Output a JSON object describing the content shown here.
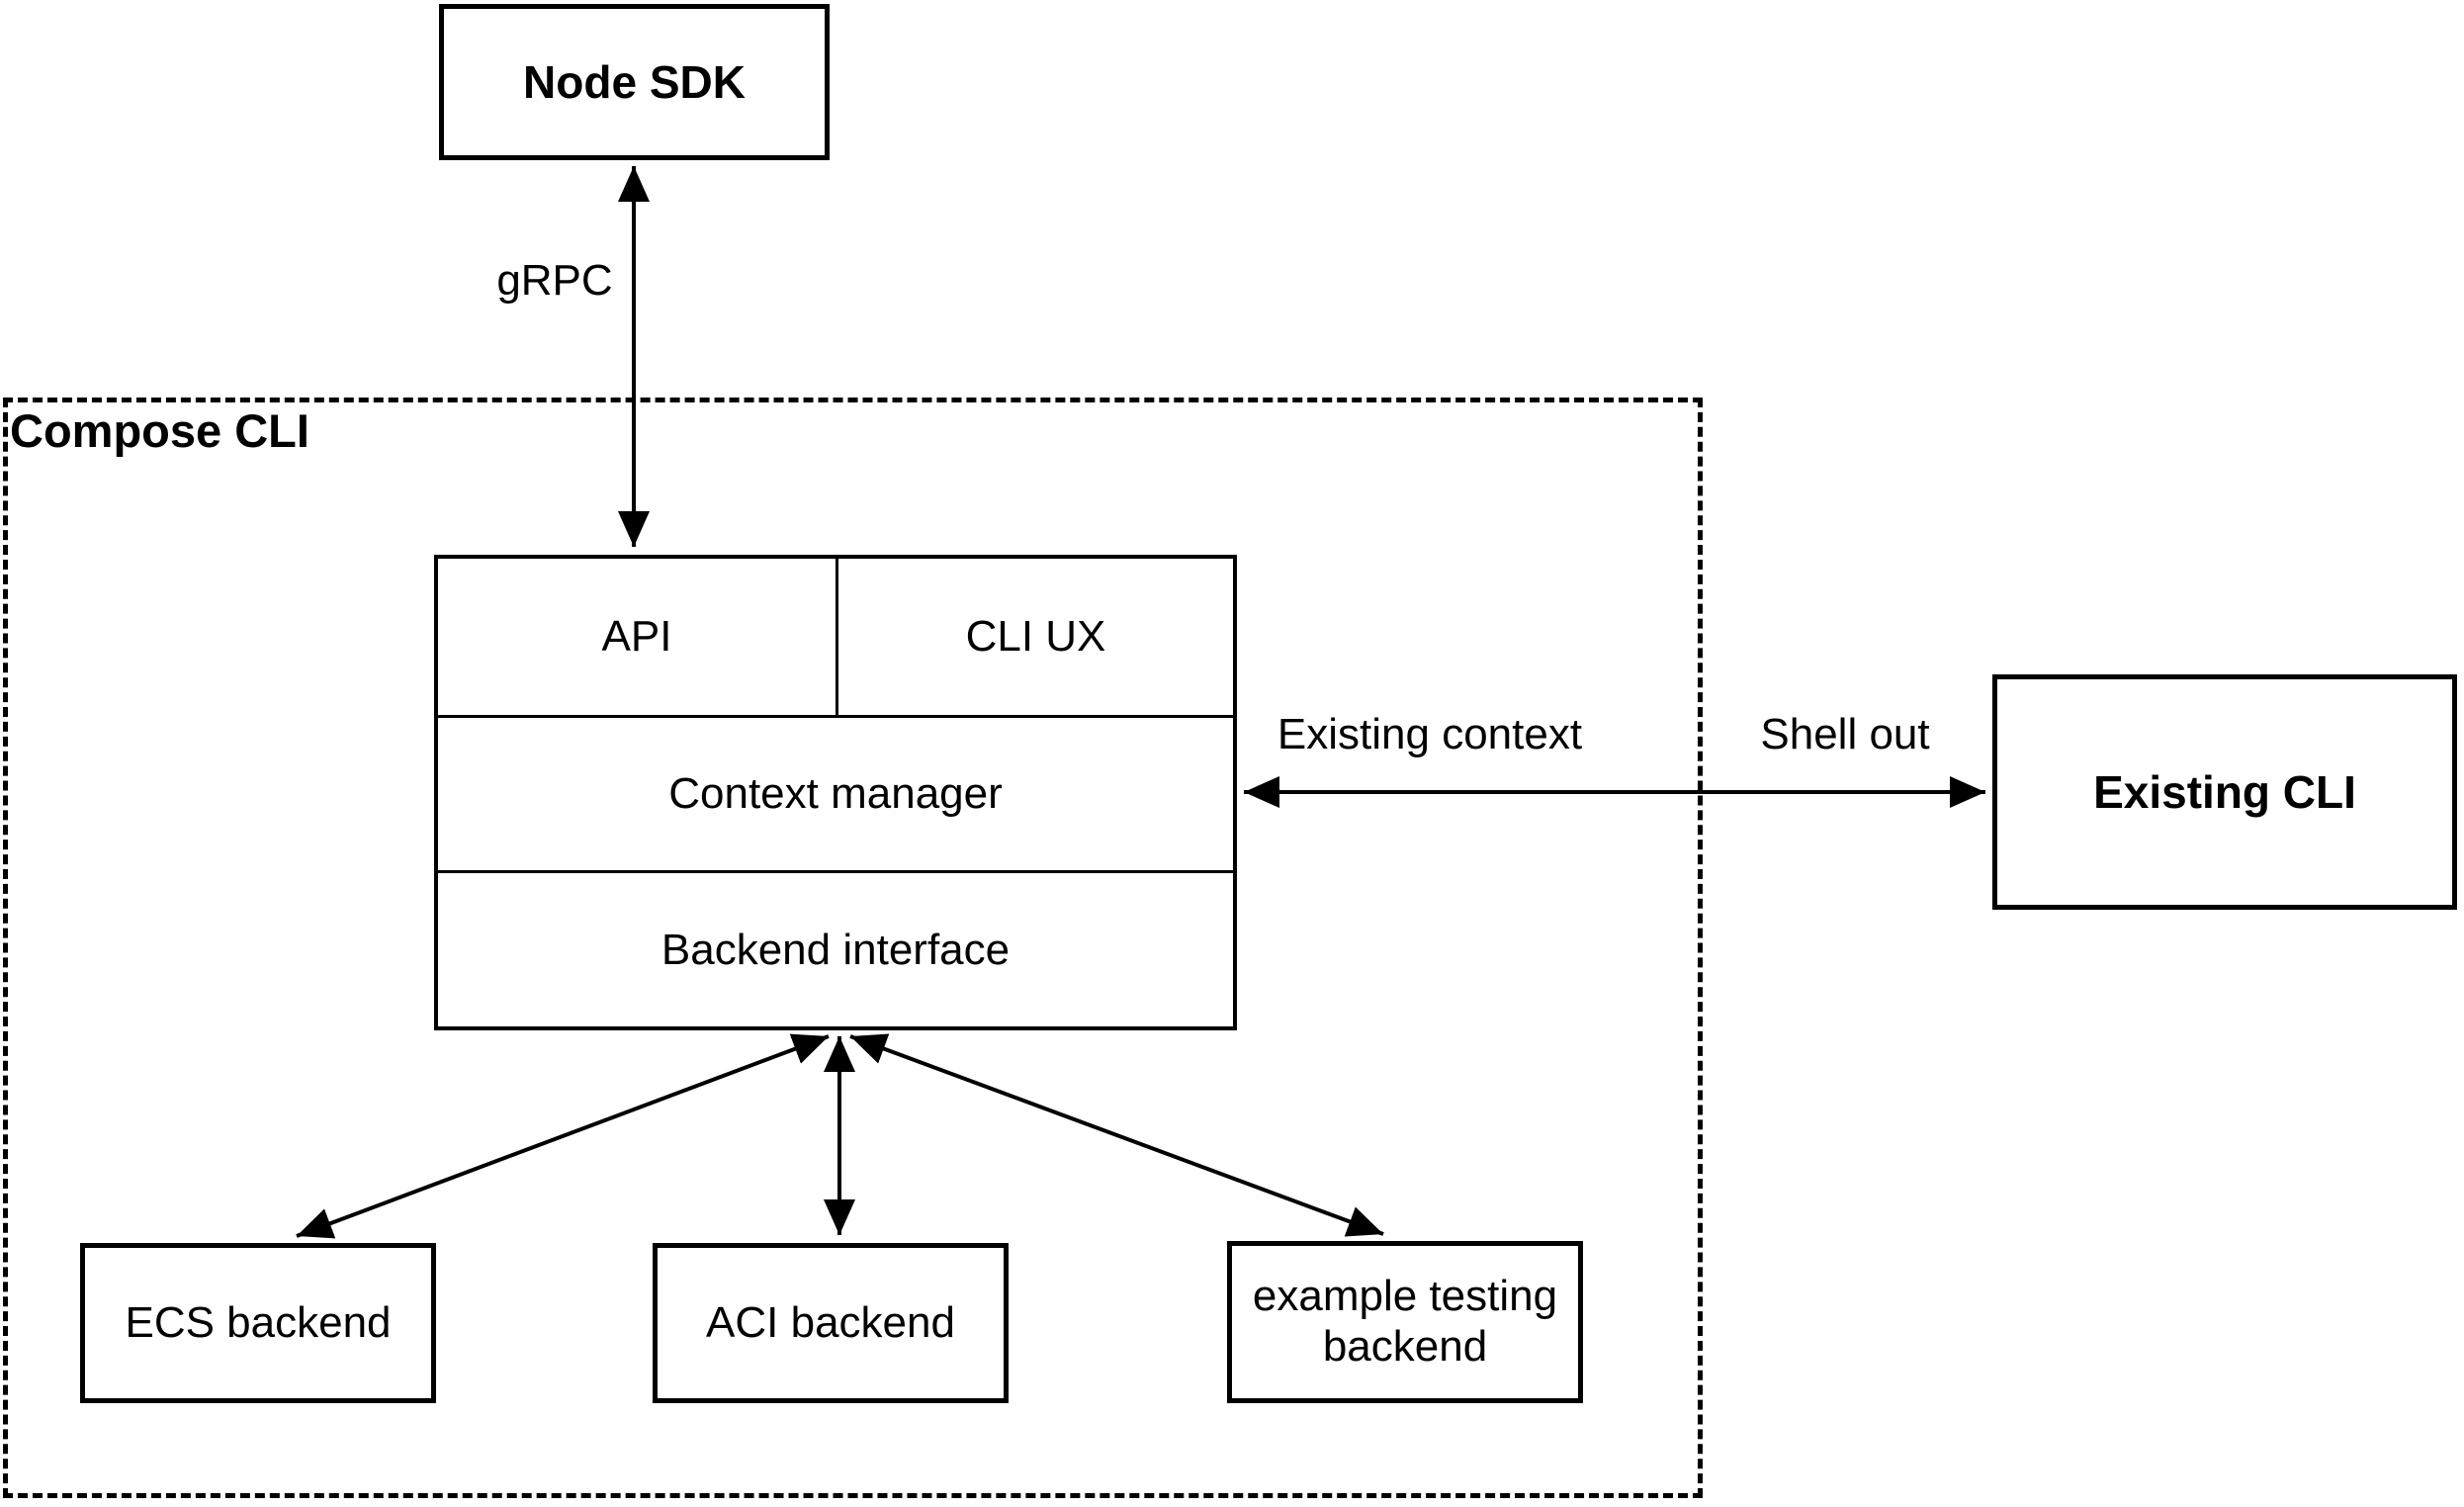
{
  "containers": {
    "compose_cli": "Compose CLI"
  },
  "nodes": {
    "node_sdk": "Node SDK",
    "api": "API",
    "cli_ux": "CLI UX",
    "context_manager": "Context manager",
    "backend_interface": "Backend interface",
    "existing_cli": "Existing CLI",
    "ecs_backend": "ECS backend",
    "aci_backend": "ACI backend",
    "example_testing_backend": "example testing backend"
  },
  "edges": {
    "grpc": "gRPC",
    "existing_context": "Existing context",
    "shell_out": "Shell out"
  },
  "colors": {
    "line": "#000000",
    "text": "#000000",
    "background": "#ffffff"
  }
}
